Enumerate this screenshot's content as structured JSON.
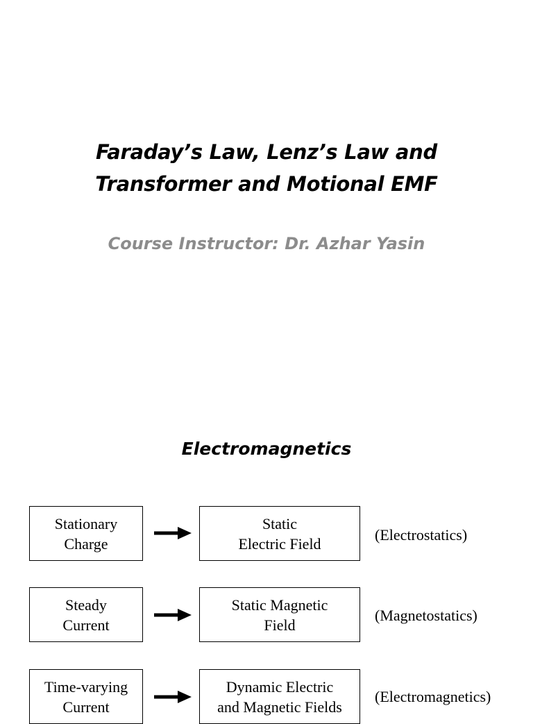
{
  "slide": {
    "title_line1": "Faraday’s Law, Lenz’s Law and",
    "title_line2": "Transformer and Motional EMF",
    "instructor": "Course Instructor: Dr. Azhar Yasin"
  },
  "section": {
    "heading": "Electromagnetics"
  },
  "diagram": {
    "rows": [
      {
        "source_line1": "Stationary",
        "source_line2": "Charge",
        "result_line1": "Static",
        "result_line2": "Electric Field",
        "label": "(Electrostatics)"
      },
      {
        "source_line1": "Steady",
        "source_line2": "Current",
        "result_line1": "Static Magnetic",
        "result_line2": "Field",
        "label": "(Magnetostatics)"
      },
      {
        "source_line1": "Time-varying",
        "source_line2": "Current",
        "result_line1": "Dynamic Electric",
        "result_line2": "and Magnetic Fields",
        "label": "(Electromagnetics)"
      }
    ]
  },
  "colors": {
    "text": "#000000",
    "subtitle": "#8c8c8c",
    "background": "#ffffff"
  }
}
